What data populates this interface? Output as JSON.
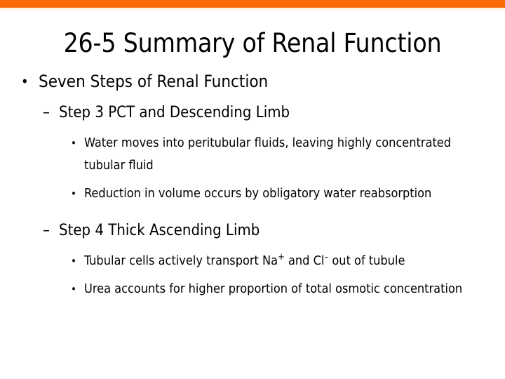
{
  "slide": {
    "title": "26-5 Summary of Renal Function",
    "accent_color": "#f96a06",
    "rule_color": "#fbf2e3",
    "background_color": "#ffffff",
    "text_color": "#000000"
  },
  "bullets": {
    "level1_marker": "•",
    "level2_marker": "–",
    "level3_marker": "•"
  },
  "outline": {
    "l1_seven_steps": "Seven Steps of Renal Function",
    "l2_step3": "Step 3 PCT and Descending Limb",
    "l3_water_moves": "Water moves into peritubular fluids, leaving highly concentrated tubular fluid",
    "l3_reduction": "Reduction in volume occurs by obligatory water reabsorption",
    "l2_step4": "Step 4 Thick Ascending Limb",
    "l3_tubular_cells_pre": "Tubular cells actively transport Na",
    "l3_tubular_cells_sup1": "+",
    "l3_tubular_cells_mid": " and Cl",
    "l3_tubular_cells_sup2": "–",
    "l3_tubular_cells_post": " out of tubule",
    "l3_urea": "Urea accounts for higher proportion of total osmotic concentration"
  }
}
